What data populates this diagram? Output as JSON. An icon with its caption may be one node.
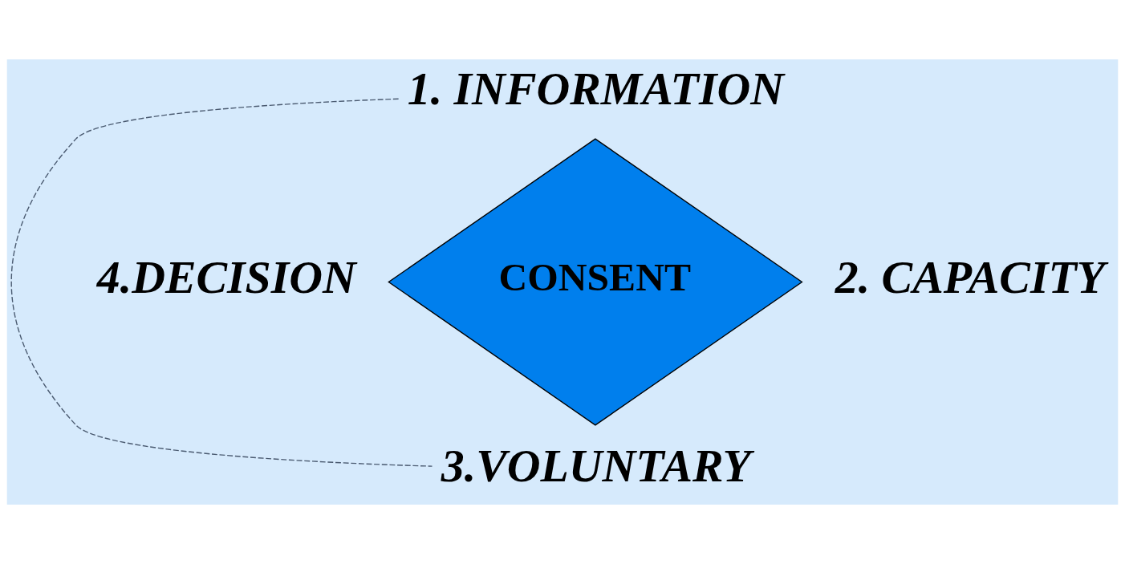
{
  "diagram": {
    "nodes": [
      {
        "text": [
          "1. INFORMATION"
        ]
      },
      {
        "text": [
          "CONSENT"
        ]
      },
      {
        "text": [
          "3.VOLUNTARY"
        ]
      }
    ],
    "edges": [
      {
        "from": 0,
        "to": 2,
        "arrow": "none",
        "style": "dashed"
      }
    ],
    "labels": [
      "4.DECISION",
      "2. CAPACITY"
    ]
  }
}
